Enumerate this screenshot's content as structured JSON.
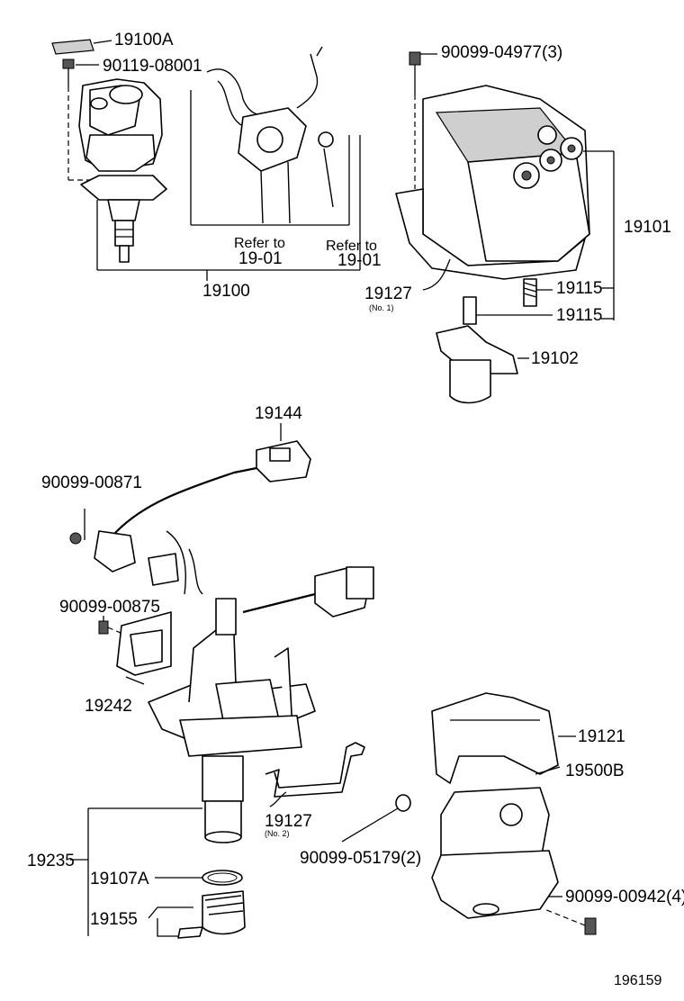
{
  "labels": {
    "p19100A": "19100A",
    "p90119": "90119-08001",
    "p9009904977": "90099-04977(3)",
    "refer1a": "Refer to",
    "refer1b": "19-01",
    "refer2a": "Refer to",
    "refer2b": "19-01",
    "p19100": "19100",
    "p19101": "19101",
    "p19127a": "19127",
    "p19127a_sub": "(No. 1)",
    "p19115a": "19115",
    "p19115b": "19115",
    "p19102": "19102",
    "p19144": "19144",
    "p9009900871": "90099-00871",
    "p9009900875": "90099-00875",
    "p19242": "19242",
    "p19121": "19121",
    "p19500B": "19500B",
    "p19127b": "19127",
    "p19127b_sub": "(No. 2)",
    "p9009905179": "90099-05179(2)",
    "p19235": "19235",
    "p19107A": "19107A",
    "p9009900942": "90099-00942(4)",
    "p19155": "19155",
    "code": "196159"
  }
}
